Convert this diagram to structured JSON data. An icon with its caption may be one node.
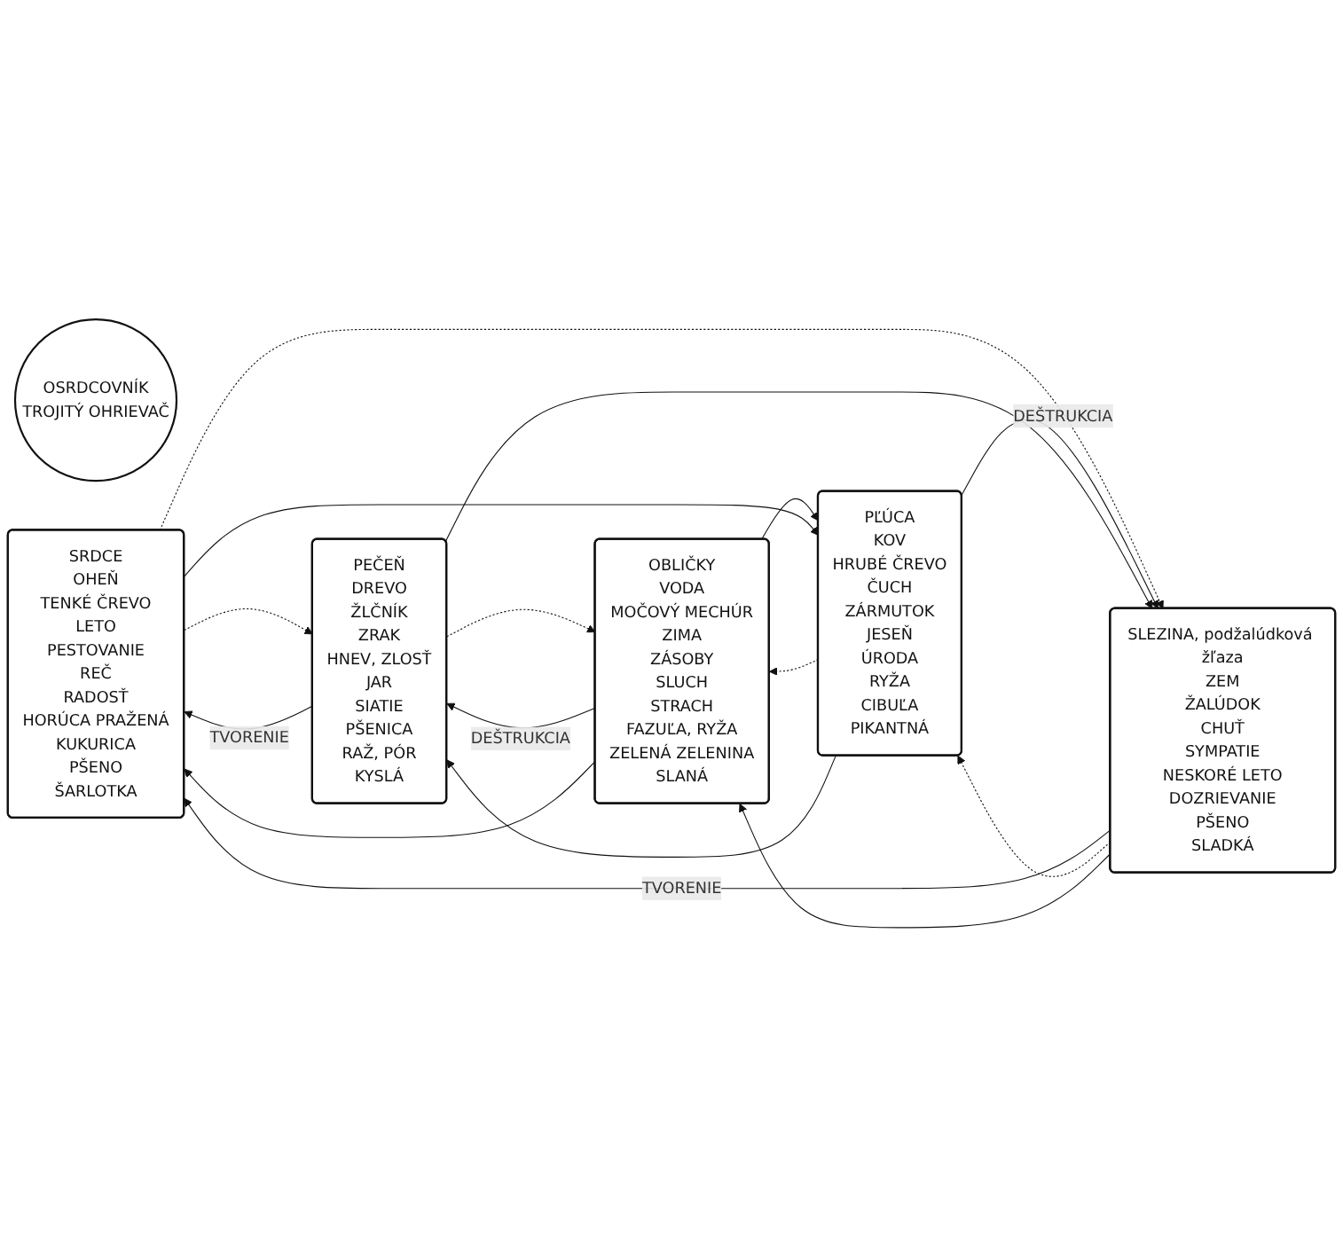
{
  "diagram": {
    "nodes": [
      {
        "text": [
          "OSRDCOVNÍK",
          "TROJITÝ OHRIEVAČ"
        ]
      },
      {
        "text": [
          "SRDCE",
          "OHEŇ",
          "TENKÉ ČREVO",
          "LETO",
          "PESTOVANIE",
          "REČ",
          "RADOSŤ",
          "HORÚCA PRAŽENÁ",
          "KUKURICA",
          "PŠENO",
          "ŠARLOTKA"
        ]
      },
      {
        "text": [
          "PEČEŇ",
          "DREVO",
          "ŽLČNÍK",
          "ZRAK",
          "HNEV, ZLOSŤ",
          "JAR",
          "SIATIE",
          "PŠENICA",
          "RAŽ, PÓR",
          "KYSLÁ"
        ]
      },
      {
        "text": [
          "SLEZINA, podžalúdková žľaza",
          "ZEM",
          "ŽALÚDOK",
          "CHUŤ",
          "SYMPATIE",
          "NESKORÉ LETO",
          "DOZRIEVANIE",
          "PŠENO",
          "SLADKÁ"
        ]
      },
      {
        "text": [
          "OBLIČKY",
          "VODA",
          "MOČOVÝ MECHÚR",
          "ZIMA",
          "ZÁSOBY",
          "SLUCH",
          "STRACH",
          "FAZUĽA, RYŽA",
          "ZELENÁ ZELENINA",
          "SLANÁ"
        ]
      },
      {
        "text": [
          "PĽÚCA",
          "KOV",
          "HRUBÉ ČREVO",
          "ČUCH",
          "ZÁRMUTOK",
          "JESEŇ",
          "ÚRODA",
          "RYŽA",
          "CIBUĽA",
          "PIKANTNÁ"
        ]
      }
    ],
    "edges": [
      {
        "from": 2,
        "to": 1,
        "arrow": "to",
        "label": "TVORENIE"
      },
      {
        "from": 1,
        "to": 2,
        "arrow": "to",
        "style": "dashed"
      },
      {
        "from": 3,
        "to": 1,
        "arrow": "to",
        "label": "TVORENIE"
      },
      {
        "from": 1,
        "to": 3,
        "arrow": "to",
        "style": "dashed"
      },
      {
        "from": 4,
        "to": 2,
        "arrow": "to",
        "label": "DEŠTRUKCIA"
      },
      {
        "from": 2,
        "to": 4,
        "arrow": "to",
        "style": "dashed"
      },
      {
        "from": 5,
        "to": 3,
        "arrow": "to",
        "label": "DEŠTRUKCIA"
      },
      {
        "from": 3,
        "to": 5,
        "arrow": "to",
        "style": "dashed"
      },
      {
        "from": 4,
        "to": 5,
        "arrow": "to"
      },
      {
        "from": 5,
        "to": 4,
        "arrow": "to",
        "style": "dashed"
      },
      {
        "from": 2,
        "to": 3,
        "arrow": "to"
      },
      {
        "from": 4,
        "to": 1,
        "arrow": "to"
      },
      {
        "from": 1,
        "to": 5,
        "arrow": "to"
      },
      {
        "from": 3,
        "to": 4,
        "arrow": "to"
      },
      {
        "from": 5,
        "to": 2,
        "arrow": "to"
      }
    ]
  }
}
